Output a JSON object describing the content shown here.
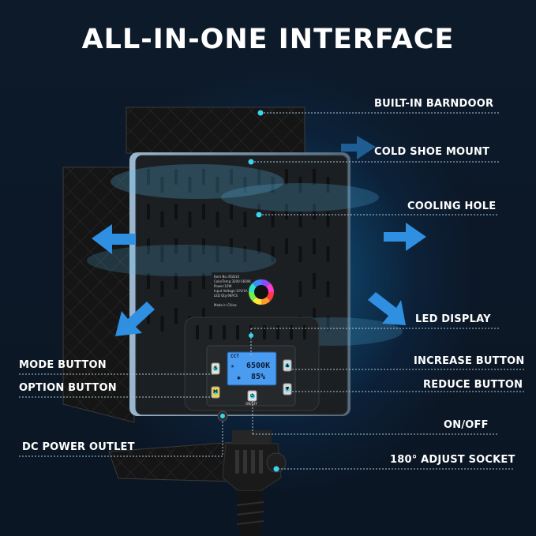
{
  "title": "ALL-IN-ONE INTERFACE",
  "labels": {
    "built_in_barndoor": "BUILT-IN BARNDOOR",
    "cold_shoe_mount": "COLD SHOE MOUNT",
    "cooling_hole": "COOLING HOLE",
    "led_display": "LED DISPLAY",
    "mode_button": "MODE BUTTON",
    "increase_button": "INCREASE BUTTON",
    "option_button": "OPTION BUTTON",
    "reduce_button": "REDUCE BUTTON",
    "on_off": "ON/OFF",
    "dc_power_outlet": "DC POWER OUTLET",
    "adjust_socket": "180° ADJUST SOCKET"
  },
  "lcd": {
    "mode": "CCT",
    "temperature": "6500K",
    "brightness": "85%"
  },
  "buttons": {
    "mode_letter": "S",
    "option_letter": "M",
    "power_caption": "ON/OFF"
  },
  "spec_plate": {
    "lines": [
      "Item No.:RGB10",
      "ColorTemp:3200-5600K",
      "Power:10W",
      "Input Voltage:12V/1A",
      "LED Qty:96PCS",
      "",
      "Made in China"
    ]
  },
  "colors": {
    "accent_cyan": "#3ad6f0",
    "arrow_blue": "#2f8fe0",
    "lcd_screen": "#4a9cf0"
  }
}
